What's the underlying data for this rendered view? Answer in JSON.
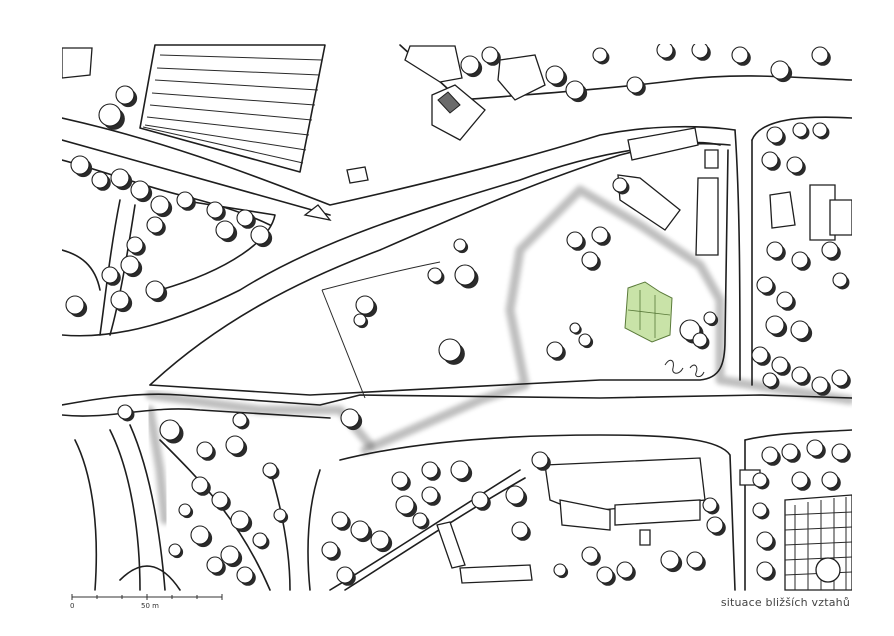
{
  "caption": "situace bližších vztahů",
  "scale_bar": {
    "label_start": "0",
    "label_mid": "50 m"
  },
  "colors": {
    "ink": "#1e1e1e",
    "highlight_building": "#c9e3a8",
    "smudge": "#4a4a4a"
  }
}
